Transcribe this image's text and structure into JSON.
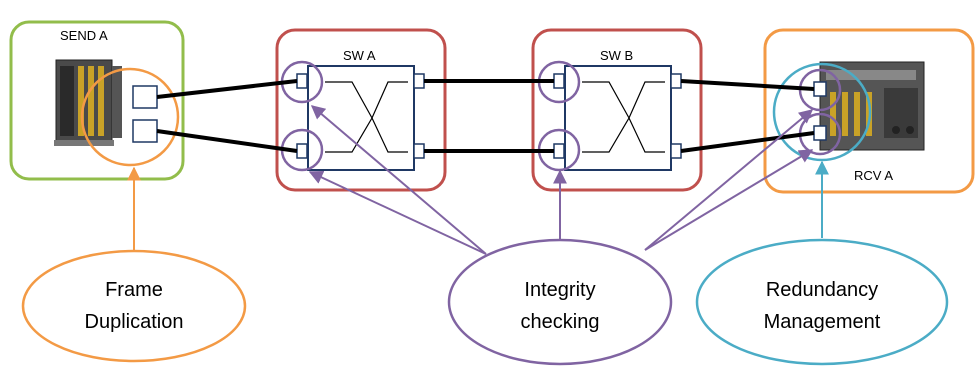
{
  "nodes": {
    "send": {
      "label": "SEND A",
      "border": "#92BD4B"
    },
    "sw_a": {
      "label": "SW A",
      "border": "#C0504D"
    },
    "sw_b": {
      "label": "SW B",
      "border": "#C0504D"
    },
    "rcv": {
      "label": "RCV A",
      "border": "#F39A45"
    }
  },
  "callouts": {
    "frame_dup": {
      "line1": "Frame",
      "line2": "Duplication",
      "color": "#F39A45"
    },
    "integrity": {
      "line1": "Integrity",
      "line2": "checking",
      "color": "#8064A2"
    },
    "redundancy": {
      "line1": "Redundancy",
      "line2": "Management",
      "color": "#4BACC6"
    }
  },
  "colors": {
    "switch": "#1F3864",
    "link": "#000000"
  },
  "icons": {
    "sender_device": "avionics-box-icon",
    "receiver_device": "avionics-box-icon"
  }
}
